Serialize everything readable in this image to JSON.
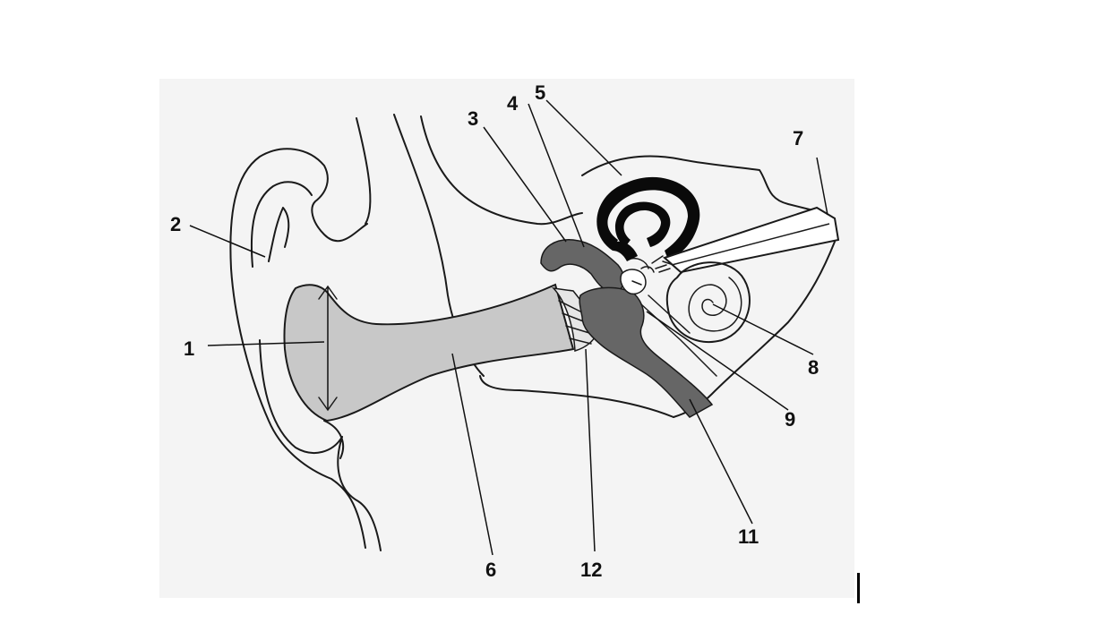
{
  "diagram": {
    "labels": {
      "l1": "1",
      "l2": "2",
      "l3": "3",
      "l4": "4",
      "l5": "5",
      "l6": "6",
      "l7": "7",
      "l8": "8",
      "l9": "9",
      "l11": "11",
      "l12": "12"
    },
    "colors": {
      "background_panel": "#f4f4f4",
      "canal_fill": "#c8c8c8",
      "ossicle_fill": "#666666",
      "outline": "#1a1a1a"
    }
  }
}
